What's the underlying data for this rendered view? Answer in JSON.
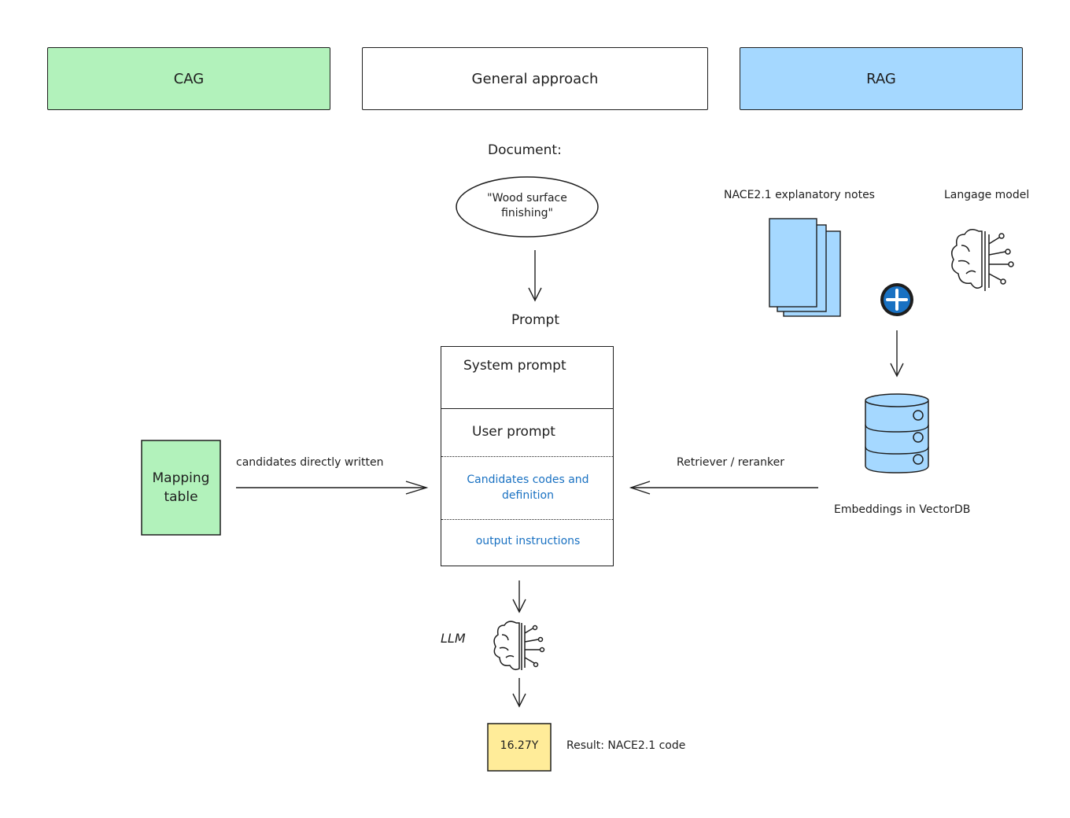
{
  "headers": {
    "cag": "CAG",
    "general": "General approach",
    "rag": "RAG"
  },
  "document": {
    "label": "Document:",
    "text": "\"Wood surface finishing\""
  },
  "prompt": {
    "label": "Prompt",
    "system": "System prompt",
    "user": "User prompt",
    "candidates": "Candidates codes and definition",
    "output": "output instructions"
  },
  "cag": {
    "mapping_table": "Mapping table",
    "edge_label": "candidates directly written"
  },
  "rag": {
    "notes_label": "NACE2.1 explanatory notes",
    "model_label": "Langage model",
    "vectordb_label": "Embeddings in VectorDB",
    "edge_label": "Retriever / reranker"
  },
  "llm": {
    "label": "LLM"
  },
  "result": {
    "code": "16.27Y",
    "label": "Result: NACE2.1 code"
  },
  "colors": {
    "cag_green": "#b2f2bb",
    "rag_blue": "#a5d8ff",
    "result_yellow": "#ffec99",
    "stroke": "#1e1e1e",
    "text_blue": "#1971c2",
    "plus_blue": "#1971c2"
  }
}
